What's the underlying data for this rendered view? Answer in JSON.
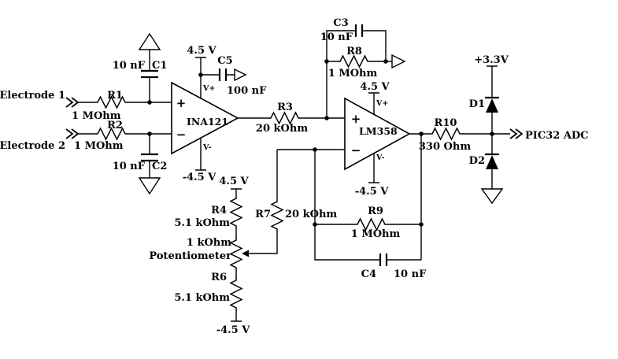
{
  "inputs": {
    "electrode1": "Electrode 1",
    "electrode2": "Electrode 2"
  },
  "output": {
    "label": "PIC32 ADC"
  },
  "supplies": {
    "vpos": "4.5 V",
    "vneg": "-4.5 V",
    "v33": "+3.3V"
  },
  "amplifiers": {
    "ina121": {
      "name": "INA121",
      "plus": "+",
      "minus": "−",
      "vplus_pin": "V+",
      "vminus_pin": "V-"
    },
    "lm358": {
      "name": "LM358",
      "plus": "+",
      "minus": "−",
      "vplus_pin": "V+",
      "vminus_pin": "V-"
    }
  },
  "resistors": {
    "r1": {
      "name": "R1",
      "value": "1 MOhm"
    },
    "r2": {
      "name": "R2",
      "value": "1 MOhm"
    },
    "r3": {
      "name": "R3",
      "value": "20 kOhm"
    },
    "r4": {
      "name": "R4",
      "value": "5.1 kOhm"
    },
    "r6": {
      "name": "R6",
      "value": "5.1 kOhm"
    },
    "r7": {
      "name": "R7",
      "value": "20 kOhm"
    },
    "r8": {
      "name": "R8",
      "value": "1 MOhm"
    },
    "r9": {
      "name": "R9",
      "value": "1 MOhm"
    },
    "r10": {
      "name": "R10",
      "value": "330 Ohm"
    }
  },
  "capacitors": {
    "c1": {
      "name": "C1",
      "value": "10 nF"
    },
    "c2": {
      "name": "C2",
      "value": "10 nF"
    },
    "c3": {
      "name": "C3",
      "value": "10 nF"
    },
    "c4": {
      "name": "C4",
      "value": "10 nF"
    },
    "c5": {
      "name": "C5",
      "value": "100 nF"
    }
  },
  "potentiometer": {
    "value": "1 kOhm",
    "label": "Potentiometer"
  },
  "diodes": {
    "d1": "D1",
    "d2": "D2"
  }
}
